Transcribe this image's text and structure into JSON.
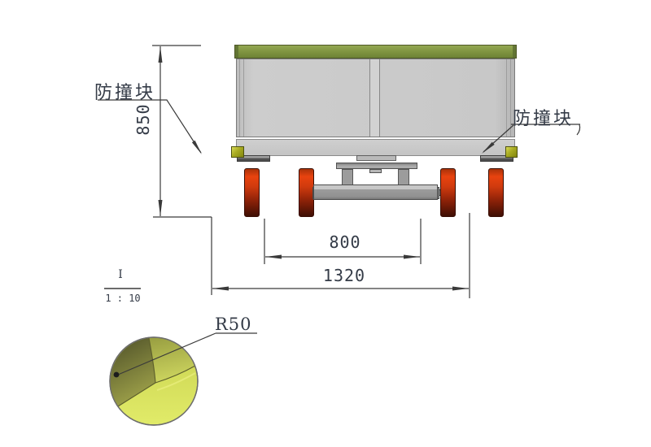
{
  "drawing": {
    "labels": {
      "left_bumper": "防撞块",
      "right_bumper": "防撞块"
    },
    "dimensions": {
      "overall_height": "850",
      "wheel_track": "800",
      "overall_width": "1320",
      "fillet_radius": "R50"
    },
    "detail_view": {
      "name": "I",
      "scale": "1 : 10"
    },
    "colors": {
      "rail_green": "#7c913e",
      "body_gray": "#c8c8c8",
      "skirt_gray": "#cfcfcf",
      "bumper_yellow": "#a8ab22",
      "wheel_red": "#cf3a0e",
      "mech_gray": "#9c9c9c",
      "step_gray": "#565656",
      "detail_bright_yellow": "#dce65e",
      "detail_dark_olive": "#60622e",
      "line": "#3a3a3a",
      "text": "#343b47"
    }
  }
}
